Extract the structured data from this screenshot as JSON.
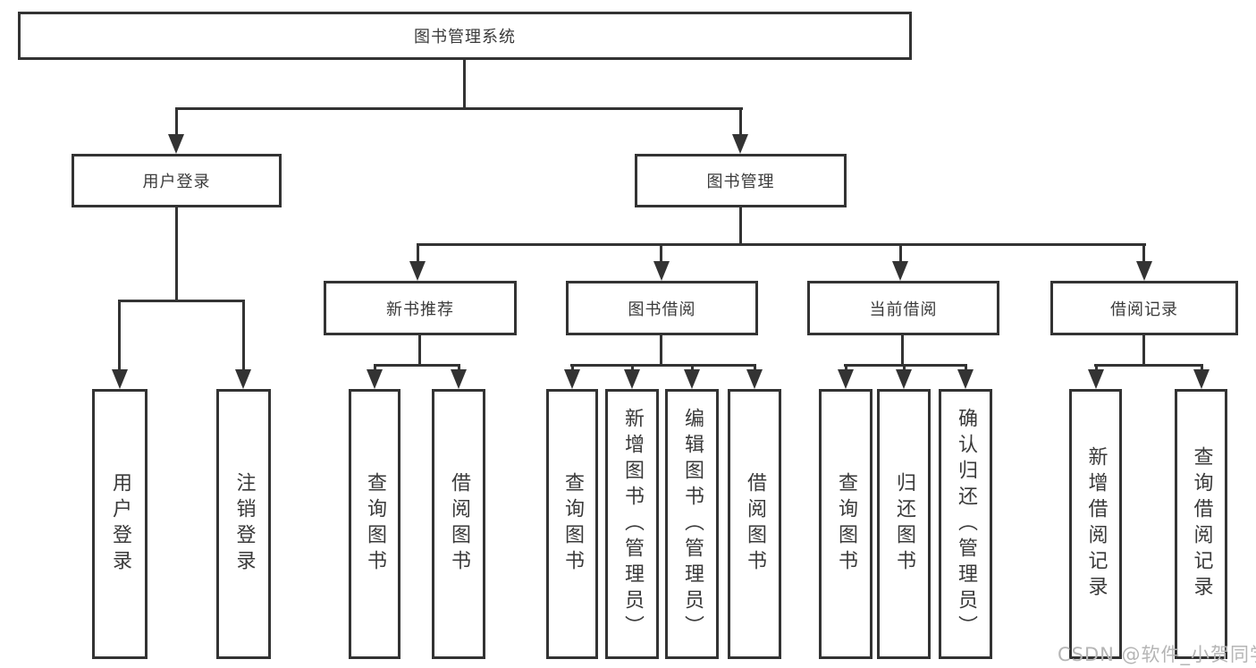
{
  "tree": {
    "root": {
      "label": "图书管理系统",
      "children": [
        {
          "label": "用户登录",
          "children": [
            {
              "label": "用户登录"
            },
            {
              "label": "注销登录"
            }
          ]
        },
        {
          "label": "图书管理",
          "children": [
            {
              "label": "新书推荐",
              "children": [
                {
                  "label": "查询图书"
                },
                {
                  "label": "借阅图书"
                }
              ]
            },
            {
              "label": "图书借阅",
              "children": [
                {
                  "label": "查询图书"
                },
                {
                  "label": "新增图书（管理员）"
                },
                {
                  "label": "编辑图书（管理员）"
                },
                {
                  "label": "借阅图书"
                }
              ]
            },
            {
              "label": "当前借阅",
              "children": [
                {
                  "label": "查询图书"
                },
                {
                  "label": "归还图书"
                },
                {
                  "label": "确认归还（管理员）"
                }
              ]
            },
            {
              "label": "借阅记录",
              "children": [
                {
                  "label": "新增借阅记录"
                },
                {
                  "label": "查询借阅记录"
                }
              ]
            }
          ]
        }
      ]
    }
  },
  "watermark": "CSDN @软件_小贺同学",
  "colors": {
    "line": "#333333",
    "text": "#3a3a3a",
    "watermark": "#b5b5b5",
    "background": "#ffffff"
  }
}
